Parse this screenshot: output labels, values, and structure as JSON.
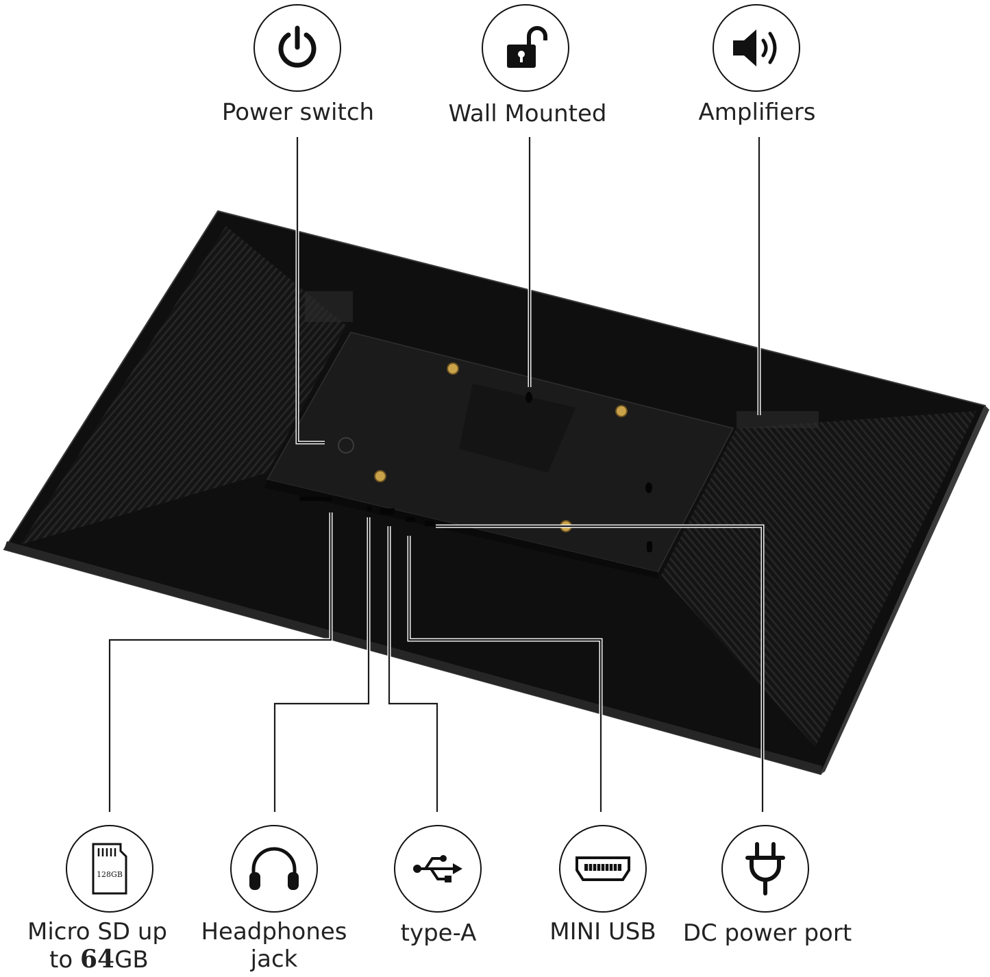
{
  "top_features": [
    {
      "id": "power",
      "label": "Power switch",
      "icon": "power-icon"
    },
    {
      "id": "wall",
      "label": "Wall Mounted",
      "icon": "unlock-icon"
    },
    {
      "id": "amp",
      "label": "Amplifiers",
      "icon": "speaker-icon"
    }
  ],
  "bottom_features": [
    {
      "id": "sd",
      "label_line1": "Micro SD up",
      "label_line2_prefix": "to ",
      "label_line2_bold": "64",
      "label_line2_suffix": "GB",
      "icon": "sd-card-icon",
      "icon_text": "128GB"
    },
    {
      "id": "headphones",
      "label_line1": "Headphones",
      "label_line2": "jack",
      "icon": "headphones-icon"
    },
    {
      "id": "typea",
      "label_line1": "type-A",
      "icon": "usb-icon"
    },
    {
      "id": "miniusb",
      "label_line1": "MINI USB",
      "icon": "hdmi-port-icon"
    },
    {
      "id": "dc",
      "label_line1": "DC power port",
      "icon": "plug-icon"
    }
  ],
  "colors": {
    "device": "#121212",
    "device_edge": "#2a2a2a",
    "line": "#1a1a1a",
    "brass": "#c9a24a"
  }
}
